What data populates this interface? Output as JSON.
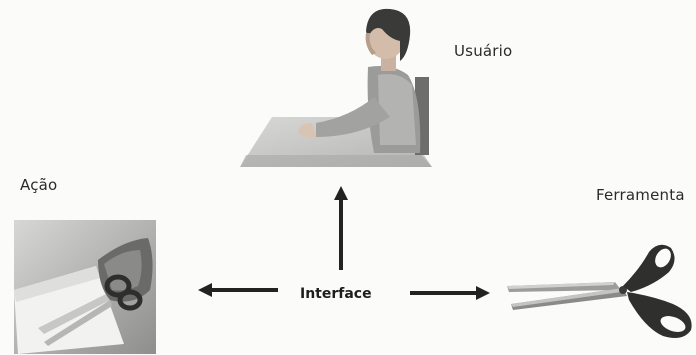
{
  "diagram": {
    "nodes": {
      "user": {
        "label": "Usuário",
        "icon": "person-at-desk-icon"
      },
      "action": {
        "label": "Ação",
        "icon": "hand-cutting-paper-icon"
      },
      "tool": {
        "label": "Ferramenta",
        "icon": "scissors-icon"
      },
      "interface": {
        "label": "Interface"
      }
    },
    "edges": [
      {
        "from": "interface",
        "to": "user"
      },
      {
        "from": "interface",
        "to": "action"
      },
      {
        "from": "interface",
        "to": "tool"
      }
    ]
  }
}
